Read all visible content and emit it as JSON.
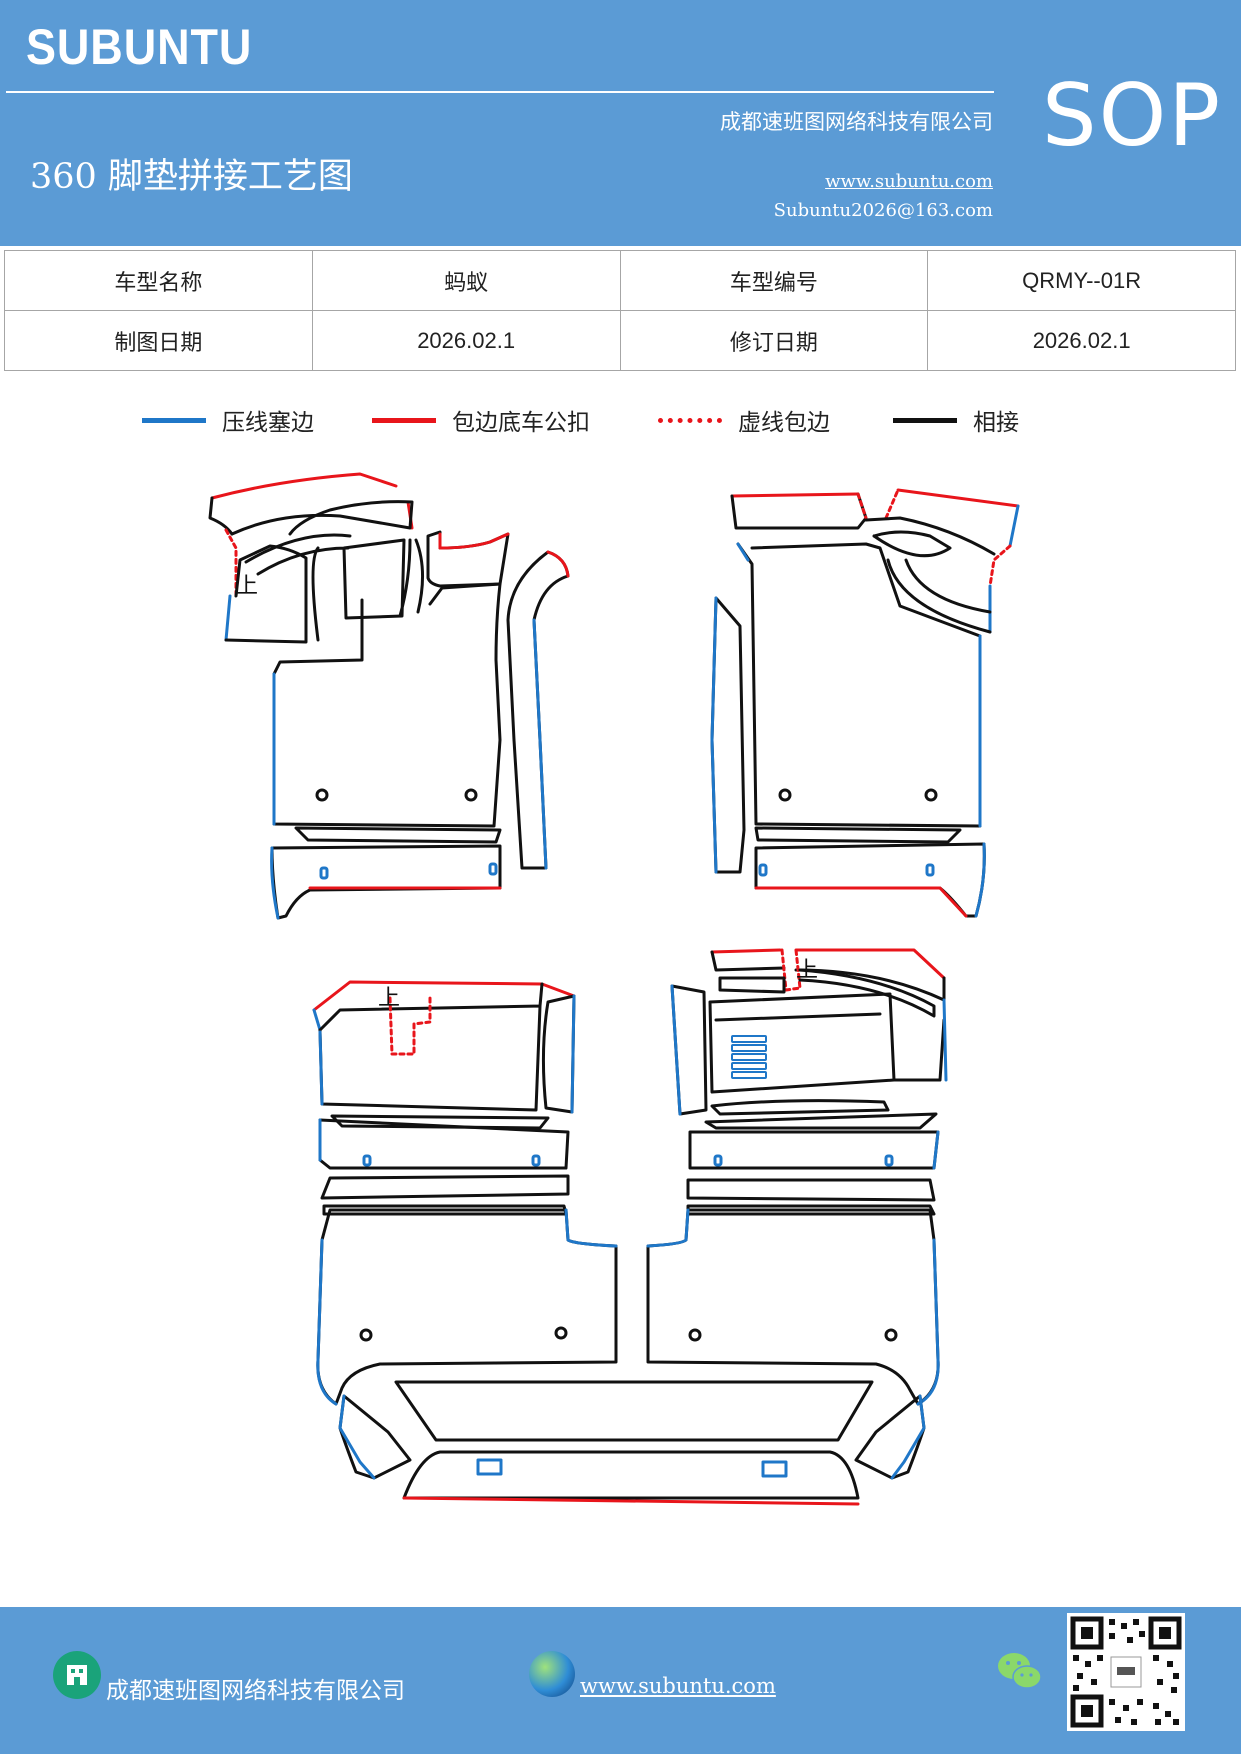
{
  "header": {
    "brand": "SUBUNTU",
    "sop": "SOP",
    "company": "成都速班图网络科技有限公司",
    "title": "360 脚垫拼接工艺图",
    "website": "www.subuntu.com",
    "email": "Subuntu2026@163.com"
  },
  "info": {
    "model_name_label": "车型名称",
    "model_name_value": "蚂蚁",
    "model_code_label": "车型编号",
    "model_code_value": "QRMY--01R",
    "draw_date_label": "制图日期",
    "draw_date_value": "2026.02.1",
    "revise_date_label": "修订日期",
    "revise_date_value": "2026.02.1"
  },
  "legend": [
    {
      "label": "压线塞边",
      "color": "#1f77c8",
      "style": "solid"
    },
    {
      "label": "包边底车公扣",
      "color": "#e8151b",
      "style": "solid"
    },
    {
      "label": "虚线包边",
      "color": "#e8151b",
      "style": "dotted"
    },
    {
      "label": "相接",
      "color": "#111111",
      "style": "solid"
    }
  ],
  "colors": {
    "header_bg": "#5b9bd5",
    "blue_edge": "#1f77c8",
    "red_edge": "#e8151b",
    "black_edge": "#111111"
  },
  "diagram": {
    "mark": "上"
  },
  "footer": {
    "company": "成都速班图网络科技有限公司",
    "website": "www.subuntu.com",
    "icons": [
      "building-icon",
      "globe-icon",
      "wechat-icon",
      "qr-code"
    ]
  }
}
